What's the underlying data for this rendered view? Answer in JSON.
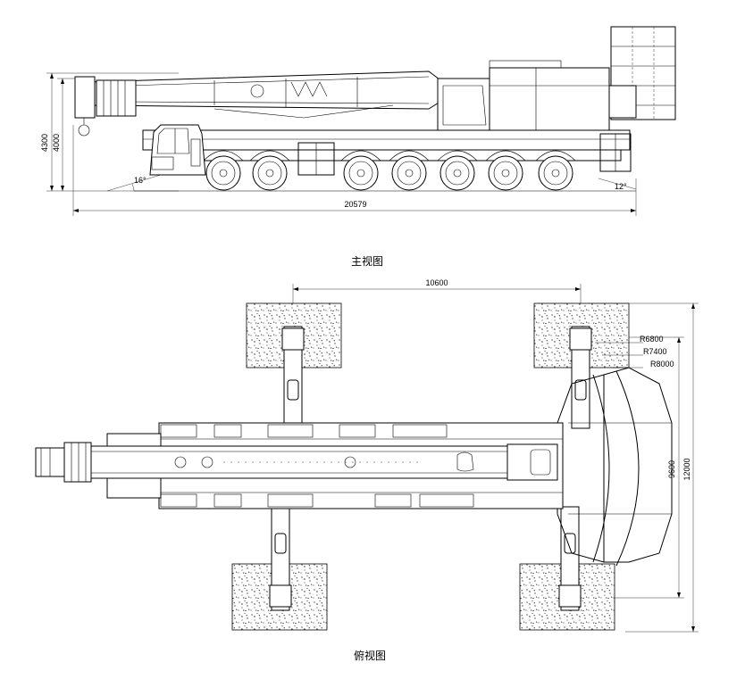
{
  "side_view": {
    "caption": "主视图",
    "dim_height_total": "4300",
    "dim_height_frame": "4000",
    "dim_overall_length": "20579",
    "angle_front": "16°",
    "angle_rear": "12°"
  },
  "top_view": {
    "caption": "俯视图",
    "dim_outrigger_longitudinal": "10600",
    "dim_outrigger_width_inner": "9600",
    "dim_outrigger_width_outer": "12000",
    "radius_1": "R6800",
    "radius_2": "R7400",
    "radius_3": "R8000"
  }
}
